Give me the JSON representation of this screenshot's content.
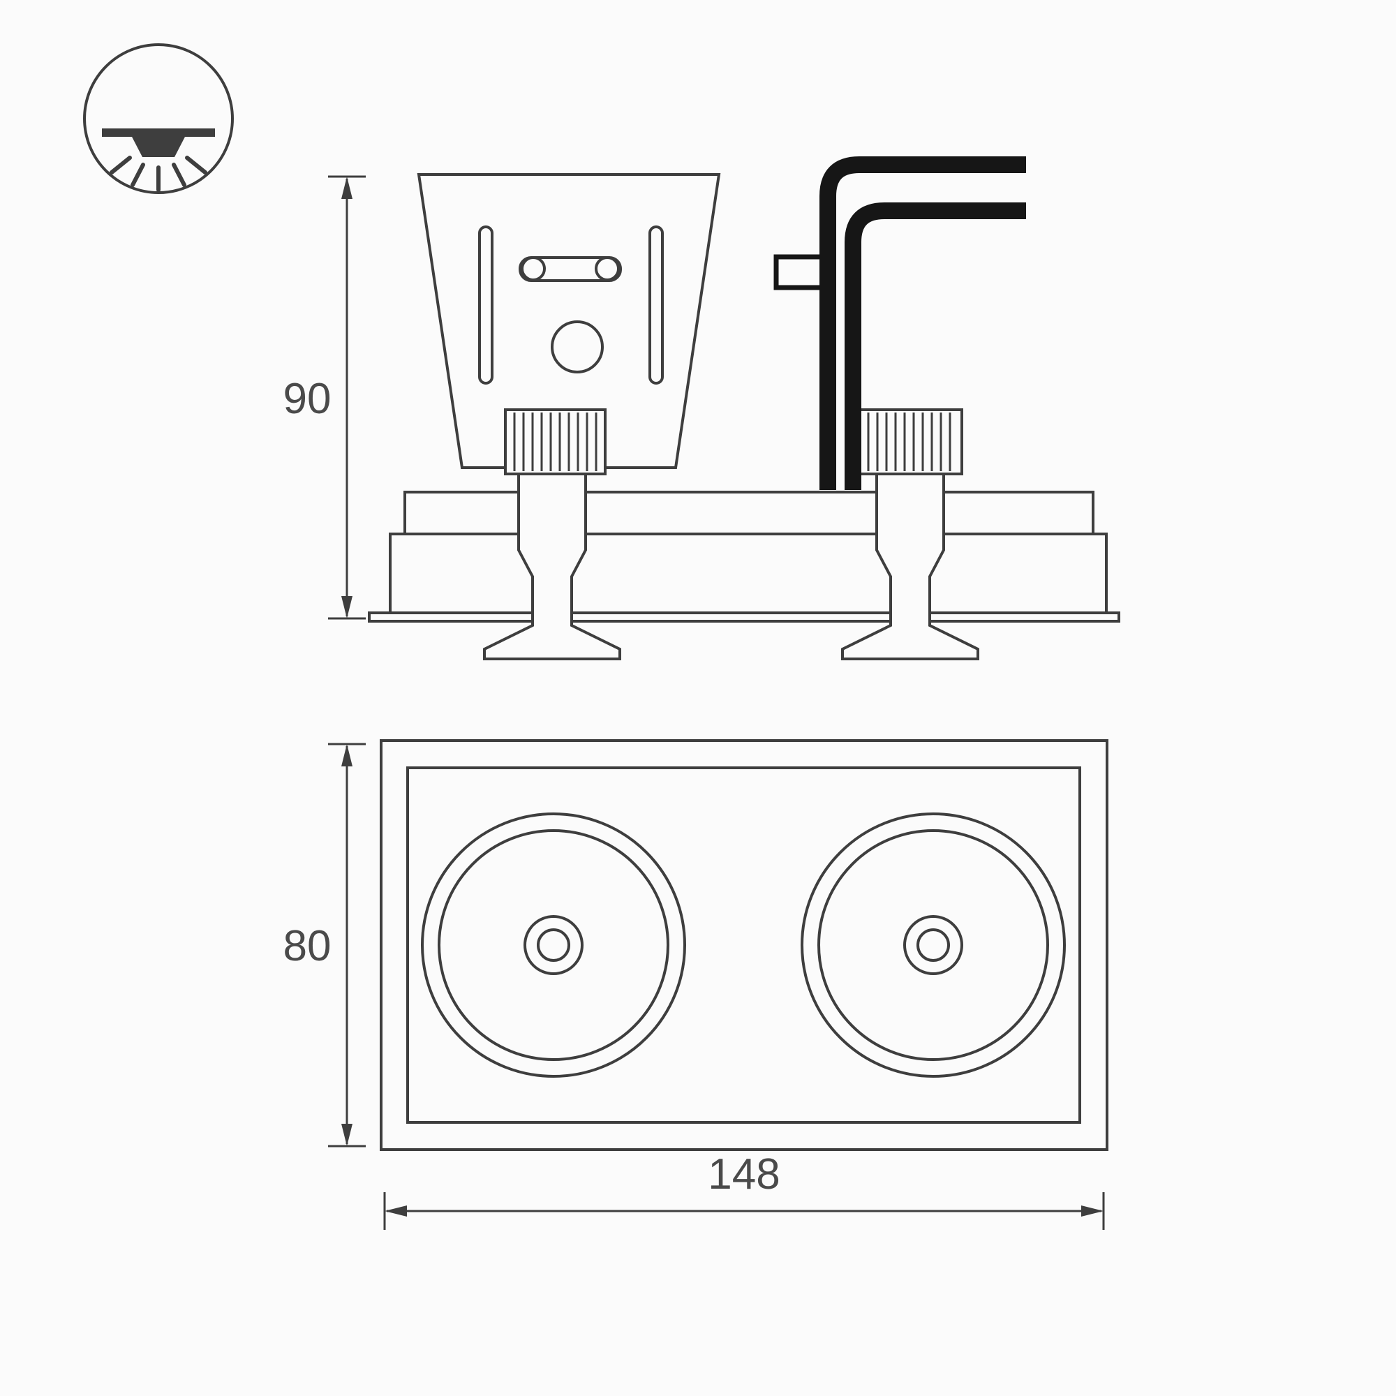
{
  "colors": {
    "line": "#3e3e3e",
    "cable": "#161616",
    "text": "#4a4a4a",
    "background": "#fbfbfb"
  },
  "icon": {
    "name": "recessed-downlight-mount-icon"
  },
  "dimensions": {
    "side_height": "90",
    "front_height": "80",
    "front_width": "148"
  }
}
